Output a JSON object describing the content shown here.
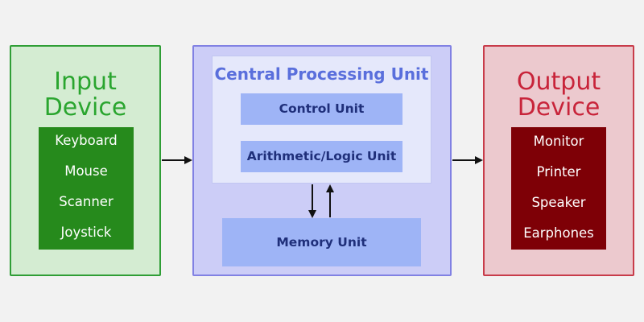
{
  "input": {
    "title_line1": "Input",
    "title_line2": "Device",
    "items": [
      "Keyboard",
      "Mouse",
      "Scanner",
      "Joystick"
    ]
  },
  "cpu": {
    "title": "Central Processing Unit",
    "control_unit": "Control Unit",
    "alu": "Arithmetic/Logic Unit",
    "memory_unit": "Memory Unit"
  },
  "output": {
    "title_line1": "Output",
    "title_line2": "Device",
    "items": [
      "Monitor",
      "Printer",
      "Speaker",
      "Earphones"
    ]
  },
  "colors": {
    "input_accent": "#2aa52f",
    "input_list_bg": "#268a1c",
    "cpu_accent": "#5a6fdc",
    "unit_bg": "#9eb4f6",
    "output_accent": "#c8243a",
    "output_list_bg": "#7e0006"
  }
}
